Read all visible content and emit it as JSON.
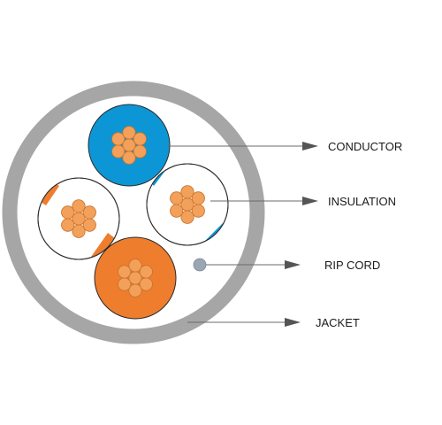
{
  "diagram": {
    "labels": {
      "conductor": "CONDUCTOR",
      "insulation": "INSULATION",
      "rip_cord": "RIP CORD",
      "jacket": "JACKET"
    },
    "colors": {
      "jacket": "#a6a6a6",
      "blue": "#0d96d6",
      "orange": "#ee7d2e",
      "strand": "#f2a05a",
      "strand_stroke": "#c6712a",
      "rip_cord": "#9aa6b2",
      "leader": "#6b6b6b"
    }
  }
}
